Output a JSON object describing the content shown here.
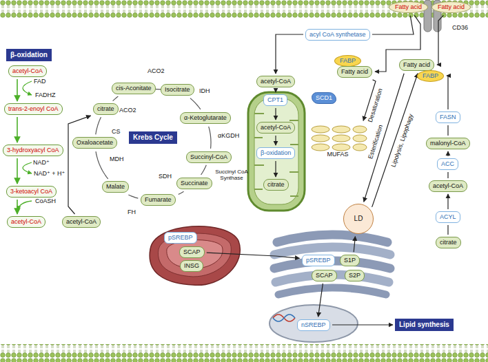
{
  "diagram": {
    "nodes": [
      {
        "text": [
          "β-oxidation"
        ]
      },
      {
        "text": [
          "acetyl-CoA"
        ]
      },
      {
        "text": [
          "trans-2-enoyl CoA"
        ]
      },
      {
        "text": [
          "3-hydroxyacyl CoA"
        ]
      },
      {
        "text": [
          "3-ketoacyl CoA"
        ]
      },
      {
        "text": [
          "acetyl-CoA"
        ]
      },
      {
        "text": [
          "acetyl-CoA"
        ]
      },
      {
        "text": [
          "citrate"
        ]
      },
      {
        "text": [
          "cis-Aconitate"
        ]
      },
      {
        "text": [
          "Isocitrate"
        ]
      },
      {
        "text": [
          "α-Ketoglutarate"
        ]
      },
      {
        "text": [
          "Succinyl-CoA"
        ]
      },
      {
        "text": [
          "Succinate"
        ]
      },
      {
        "text": [
          "Fumarate"
        ]
      },
      {
        "text": [
          "Malate"
        ]
      },
      {
        "text": [
          "Oxaloacetate"
        ]
      },
      {
        "text": [
          "Krebs Cycle"
        ]
      },
      {
        "text": [
          "Fatty acid"
        ]
      },
      {
        "text": [
          "Fatty acid"
        ]
      },
      {
        "text": [
          "acyl CoA synthetase"
        ]
      },
      {
        "text": [
          "FABP"
        ]
      },
      {
        "text": [
          "Fatty acid"
        ]
      },
      {
        "text": [
          "Fatty acid"
        ]
      },
      {
        "text": [
          "FABP"
        ]
      },
      {
        "text": [
          "acetyl-CoA"
        ]
      },
      {
        "text": [
          "CPT1"
        ]
      },
      {
        "text": [
          "acetyl-CoA"
        ]
      },
      {
        "text": [
          "β-oxidation"
        ]
      },
      {
        "text": [
          "citrate"
        ]
      },
      {
        "text": [
          "SCD1"
        ]
      },
      {
        "text": [
          "MUFAS"
        ]
      },
      {
        "text": [
          "FASN"
        ]
      },
      {
        "text": [
          "malonyl-CoA"
        ]
      },
      {
        "text": [
          "ACC"
        ]
      },
      {
        "text": [
          "acetyl-CoA"
        ]
      },
      {
        "text": [
          "ACYL"
        ]
      },
      {
        "text": [
          "citrate"
        ]
      },
      {
        "text": [
          "LD"
        ]
      },
      {
        "text": [
          "pSREBP"
        ]
      },
      {
        "text": [
          "SCAP"
        ]
      },
      {
        "text": [
          "INSG"
        ]
      },
      {
        "text": [
          "pSREBP"
        ]
      },
      {
        "text": [
          "S1P"
        ]
      },
      {
        "text": [
          "SCAP"
        ]
      },
      {
        "text": [
          "S2P"
        ]
      },
      {
        "text": [
          "nSREBP"
        ]
      },
      {
        "text": [
          "Lipid synthesis"
        ]
      }
    ],
    "edges": [
      {
        "from": 1,
        "to": 2,
        "arrow": "to"
      },
      {
        "from": 2,
        "to": 3,
        "arrow": "to"
      },
      {
        "from": 3,
        "to": 4,
        "arrow": "to"
      },
      {
        "from": 4,
        "to": 5,
        "arrow": "to"
      },
      {
        "from": 6,
        "to": 7,
        "arrow": "to"
      },
      {
        "from": 7,
        "to": 8,
        "arrow": "none"
      },
      {
        "from": 8,
        "to": 9,
        "arrow": "none"
      },
      {
        "from": 9,
        "to": 10,
        "arrow": "none"
      },
      {
        "from": 10,
        "to": 11,
        "arrow": "none"
      },
      {
        "from": 11,
        "to": 12,
        "arrow": "none"
      },
      {
        "from": 12,
        "to": 13,
        "arrow": "none"
      },
      {
        "from": 13,
        "to": 14,
        "arrow": "none"
      },
      {
        "from": 14,
        "to": 15,
        "arrow": "none"
      },
      {
        "from": 15,
        "to": 7,
        "arrow": "none"
      },
      {
        "from": 17,
        "to": 19,
        "arrow": "none"
      },
      {
        "from": 19,
        "to": 24,
        "arrow": "to"
      },
      {
        "from": 17,
        "to": 21,
        "arrow": "to"
      },
      {
        "from": 18,
        "to": 22,
        "arrow": "to"
      },
      {
        "from": 24,
        "to": 25,
        "arrow": "to"
      },
      {
        "from": 25,
        "to": 26,
        "arrow": "to"
      },
      {
        "from": 26,
        "to": 27,
        "arrow": "to"
      },
      {
        "from": 27,
        "to": 28,
        "arrow": "to"
      },
      {
        "from": 21,
        "to": 30,
        "arrow": "to",
        "label": "Desaturation"
      },
      {
        "from": 22,
        "to": 37,
        "arrow": "to",
        "label": "Esterification"
      },
      {
        "from": 37,
        "to": 22,
        "arrow": "to",
        "label": "Lipolysis, Lipophagy"
      },
      {
        "from": 36,
        "to": 35,
        "arrow": "none"
      },
      {
        "from": 35,
        "to": 34,
        "arrow": "to"
      },
      {
        "from": 34,
        "to": 33,
        "arrow": "none"
      },
      {
        "from": 33,
        "to": 32,
        "arrow": "to"
      },
      {
        "from": 32,
        "to": 31,
        "arrow": "none"
      },
      {
        "from": 31,
        "to": 23,
        "arrow": "to"
      },
      {
        "from": 39,
        "to": 41,
        "arrow": "to"
      },
      {
        "from": 42,
        "to": 37,
        "arrow": "to"
      },
      {
        "from": 43,
        "to": 45,
        "arrow": "to"
      },
      {
        "from": 45,
        "to": 46,
        "arrow": "to"
      }
    ],
    "labels": [
      "FAD",
      "FADHZ",
      "NAD⁺",
      "NAD⁺ + H⁺",
      "CoASH",
      "ACO2",
      "ACO2",
      "IDH",
      "αKGDH",
      "Succinyl CoA Synthase",
      "SDH",
      "FH",
      "MDH",
      "CS",
      "CD36"
    ]
  }
}
